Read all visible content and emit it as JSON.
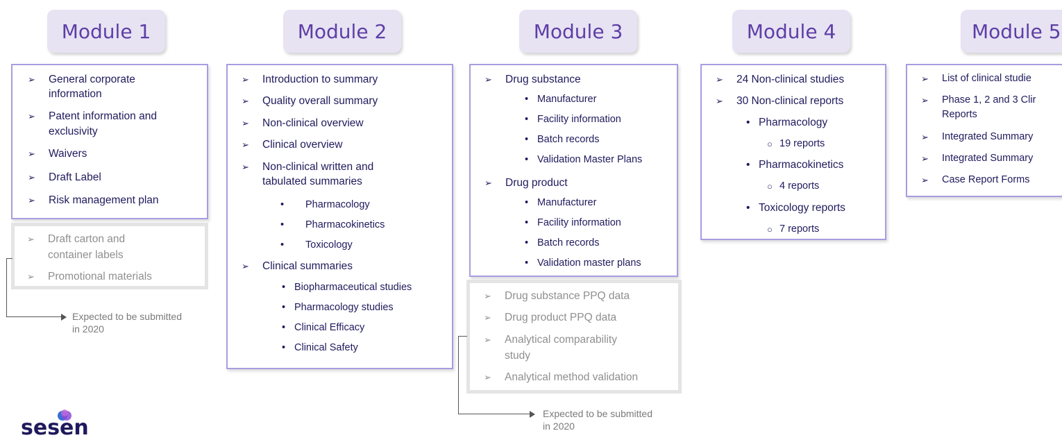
{
  "modules": [
    {
      "title": "Module 1"
    },
    {
      "title": "Module 2"
    },
    {
      "title": "Module 3"
    },
    {
      "title": "Module 4"
    },
    {
      "title": "Module 5"
    }
  ],
  "m1": {
    "items": [
      "General corporate",
      "information",
      "Patent information and",
      "exclusivity",
      "Waivers",
      "Draft Label",
      "Risk management plan"
    ],
    "pending": [
      "Draft carton and",
      "container labels",
      "Promotional materials"
    ],
    "note": [
      "Expected to be submitted",
      "in 2020"
    ]
  },
  "m2": {
    "items": [
      "Introduction to summary",
      "Quality overall summary",
      "Non-clinical overview",
      "Clinical overview",
      "Non-clinical written and",
      "tabulated summaries",
      "Pharmacology",
      "Pharmacokinetics",
      "Toxicology",
      "Clinical summaries",
      "Biopharmaceutical studies",
      "Pharmacology studies",
      "Clinical Efficacy",
      "Clinical Safety"
    ]
  },
  "m3": {
    "items": [
      "Drug substance",
      "Manufacturer",
      "Facility information",
      "Batch records",
      "Validation Master Plans",
      "Drug product",
      "Manufacturer",
      "Facility information",
      "Batch records",
      "Validation master plans"
    ],
    "pending": [
      "Drug substance PPQ data",
      "Drug product PPQ data",
      "Analytical comparability",
      "study",
      "Analytical method validation"
    ],
    "note": [
      "Expected to be submitted",
      "in 2020"
    ]
  },
  "m4": {
    "items": [
      "24 Non-clinical studies",
      "30 Non-clinical reports",
      "Pharmacology",
      "19 reports",
      "Pharmacokinetics",
      "4 reports",
      "Toxicology reports",
      "7 reports"
    ]
  },
  "m5": {
    "items": [
      "List of clinical studie",
      "Phase 1, 2 and 3 Clir",
      "Reports",
      "Integrated Summary",
      "Integrated Summary",
      "Case Report Forms"
    ]
  },
  "logo": {
    "text": "sesen"
  },
  "colors": {
    "header_bg": "#e7e3f3",
    "header_text": "#5e3ea6",
    "box_border": "#a99ce0",
    "text": "#1f1a5c",
    "pending_text": "#8f8f8f"
  }
}
